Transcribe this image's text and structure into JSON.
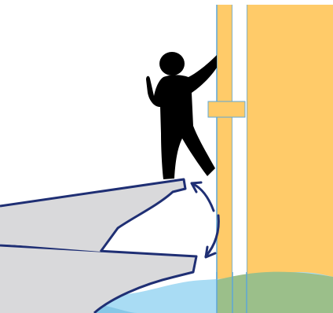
{
  "diagram": {
    "elements": [
      {
        "id": "wall",
        "kind": "structure"
      },
      {
        "id": "water",
        "kind": "ground/water"
      },
      {
        "id": "upper-flap",
        "kind": "flap"
      },
      {
        "id": "lower-flap",
        "kind": "flap"
      },
      {
        "id": "person",
        "kind": "silhouette"
      },
      {
        "id": "rotation-arrow-upper",
        "kind": "arrow",
        "direction": "counter-clockwise"
      },
      {
        "id": "rotation-arrow-lower",
        "kind": "arrow",
        "direction": "counter-clockwise"
      }
    ]
  },
  "colors": {
    "wall_fill": "#FFCB69",
    "wall_line": "#5DA7D8",
    "water_blue": "#A9DCF4",
    "water_deep": "#86C7E6",
    "ground_green": "#9BBF8A",
    "flap_fill": "#D9D9DB",
    "flap_outline": "#1F2F74",
    "arrow": "#1F2F74",
    "person": "#000000",
    "background": "#FFFFFF"
  }
}
